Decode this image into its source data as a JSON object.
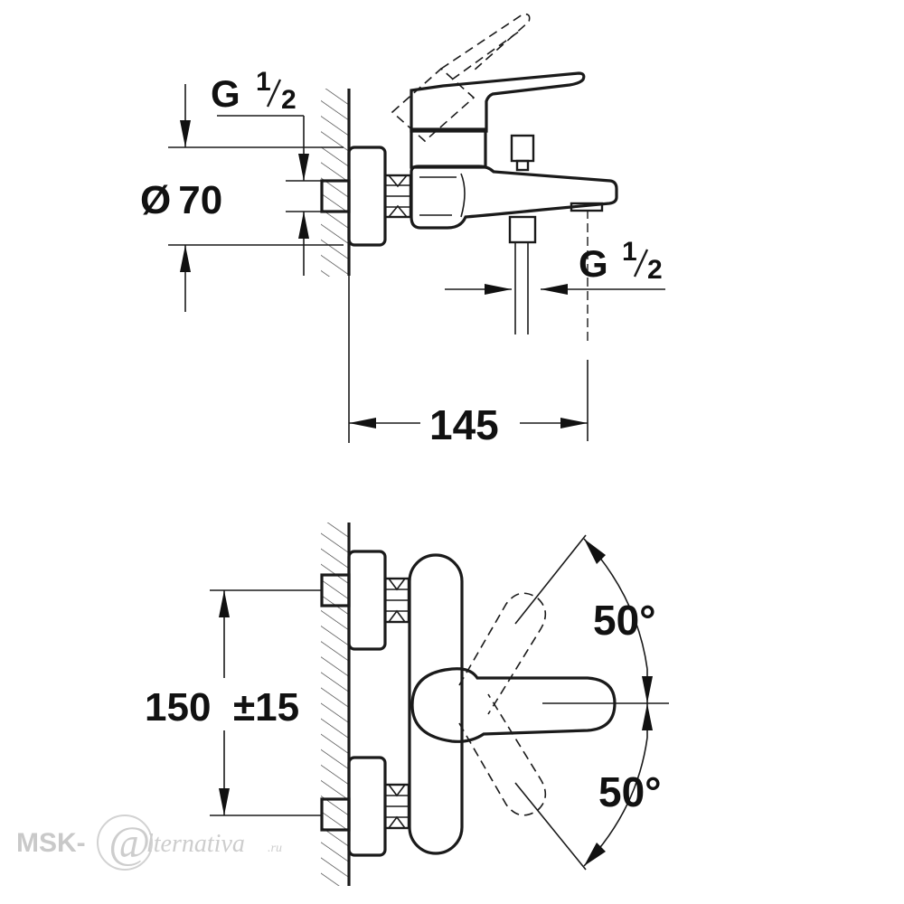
{
  "top_view": {
    "dim_thread_inlet": {
      "main": "G",
      "num": "1",
      "den": "2"
    },
    "dim_diameter": {
      "symbol": "Ø",
      "value": "70"
    },
    "dim_thread_outlet": {
      "main": "G",
      "num": "1",
      "den": "2"
    },
    "dim_projection": "145"
  },
  "front_view": {
    "dim_centers": {
      "value": "150",
      "tolerance": "±15"
    },
    "dim_angle_up": "50°",
    "dim_angle_down": "50°"
  },
  "watermark": {
    "prefix": "MSK-",
    "at_symbol": "@",
    "suffix": "lternativa",
    "tld": ".ru"
  }
}
